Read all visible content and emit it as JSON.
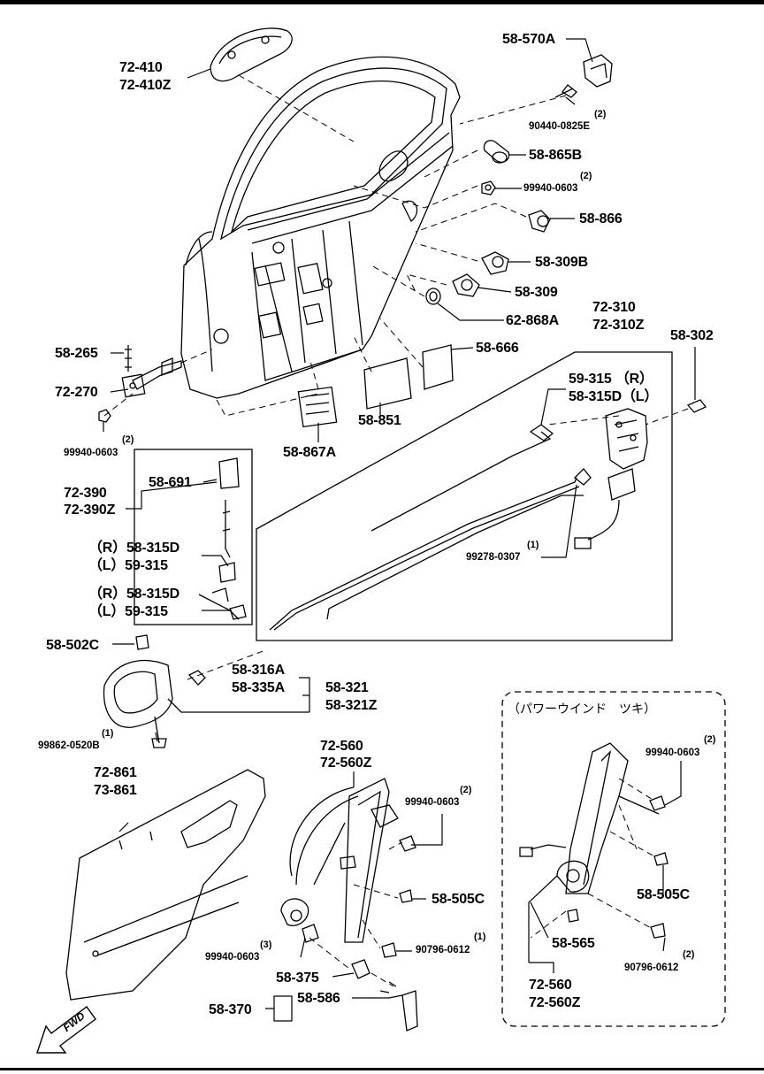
{
  "parts": {
    "handle_outer": [
      "72-410",
      "72-410Z"
    ],
    "p58_570A": "58-570A",
    "screw_90440": "90440-0825E",
    "qty_90440": "(2)",
    "p58_865B": "58-865B",
    "nut_99940_top": "99940-0603",
    "qty_99940_top": "(2)",
    "p58_866": "58-866",
    "p58_309B": "58-309B",
    "p58_309": "58-309",
    "p62_868A": "62-868A",
    "p58_666": "58-666",
    "latch_assy": [
      "72-310",
      "72-310Z"
    ],
    "p58_302": "58-302",
    "p59_315_R": "59-315 （R）",
    "p58_315D_L": "58-315D（L）",
    "p58_265": "58-265",
    "p72_270": "72-270",
    "nut_99940_left": "99940-0603",
    "qty_99940_left": "(2)",
    "p58_851": "58-851",
    "p58_867A": "58-867A",
    "rod_assy": [
      "72-390",
      "72-390Z"
    ],
    "p58_691": "58-691",
    "rod1": [
      "（R）58-315D",
      "（L）59-315"
    ],
    "rod2": [
      "（R）58-315D",
      "（L）59-315"
    ],
    "wire_99278": "99278-0307",
    "qty_99278": "(1)",
    "p58_502C": "58-502C",
    "inner_handle": [
      "58-316A",
      "58-335A"
    ],
    "p58_321": [
      "58-321",
      "58-321Z"
    ],
    "screw_99862": "99862-0520B",
    "qty_99862": "(1)",
    "trim": [
      "72-861",
      "73-861"
    ],
    "regulator": [
      "72-560",
      "72-560Z"
    ],
    "nut_99940_reg": "99940-0603",
    "qty_99940_reg": "(2)",
    "p58_505C": "58-505C",
    "nut_99940_low": "99940-0603",
    "qty_99940_low": "(3)",
    "bolt_90796": "90796-0612",
    "qty_90796": "(1)",
    "p58_375": "58-375",
    "p58_586": "58-586",
    "p58_370": "58-370",
    "power_caption": "（パワーウインド　ツキ）",
    "pw_nut": "99940-0603",
    "pw_nut_qty": "(2)",
    "pw_505C": "58-505C",
    "pw_565": "58-565",
    "pw_bolt": "90796-0612",
    "pw_bolt_qty": "(2)",
    "pw_regulator": [
      "72-560",
      "72-560Z"
    ],
    "fwd": "FWD"
  }
}
